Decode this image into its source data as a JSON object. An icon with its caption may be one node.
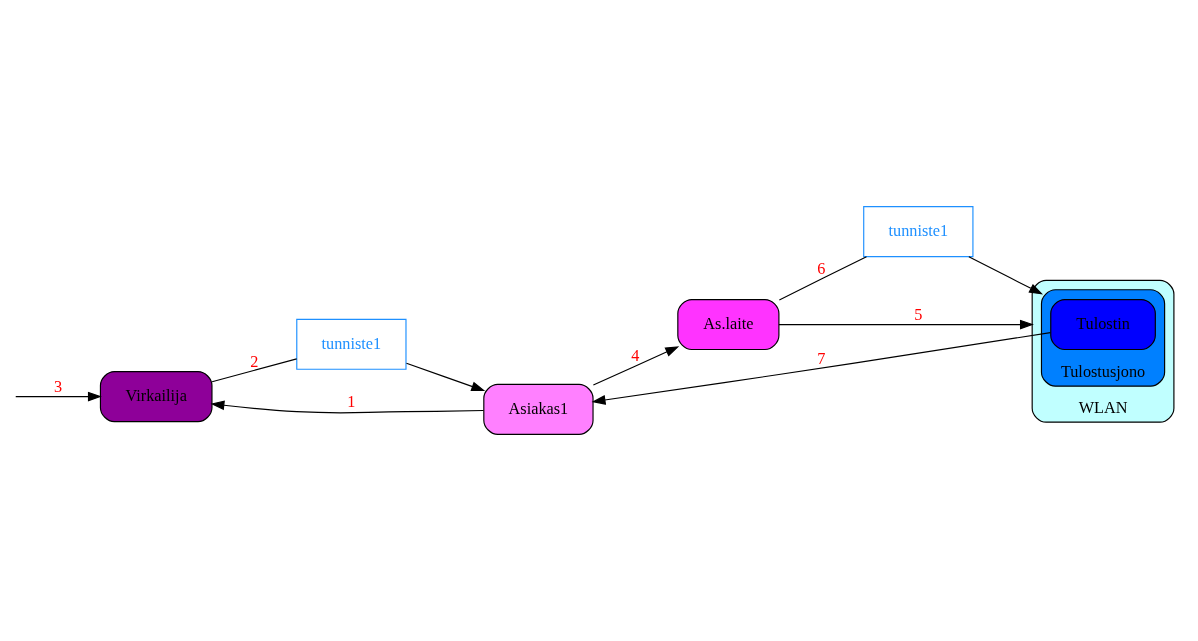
{
  "diagram": {
    "nodes": [
      {
        "text": [
          "Virkailija"
        ]
      },
      {
        "text": [
          "tunniste1"
        ]
      },
      {
        "text": [
          "Asiakas1"
        ]
      },
      {
        "text": [
          "As.laite"
        ]
      },
      {
        "text": [
          "tunniste1"
        ]
      },
      {
        "text": [
          "WLAN"
        ]
      },
      {
        "text": [
          "Tulostusjono"
        ],
        "in": 5
      },
      {
        "text": [
          "Tulostin"
        ],
        "in": 6
      }
    ],
    "edges": [
      {
        "from": null,
        "to": 0,
        "arrow": "to",
        "label": "3"
      },
      {
        "from": 0,
        "to": 1,
        "arrow": "none",
        "label": "2"
      },
      {
        "from": 1,
        "to": 2,
        "arrow": "to"
      },
      {
        "from": 2,
        "to": 0,
        "arrow": "to",
        "label": "1"
      },
      {
        "from": 2,
        "to": 3,
        "arrow": "to",
        "label": "4"
      },
      {
        "from": 3,
        "to": 5,
        "arrow": "to",
        "label": "5"
      },
      {
        "from": 3,
        "to": 4,
        "arrow": "none",
        "label": "6"
      },
      {
        "from": 4,
        "to": 6,
        "arrow": "to"
      },
      {
        "from": 7,
        "to": 2,
        "arrow": "to",
        "label": "7"
      }
    ]
  }
}
